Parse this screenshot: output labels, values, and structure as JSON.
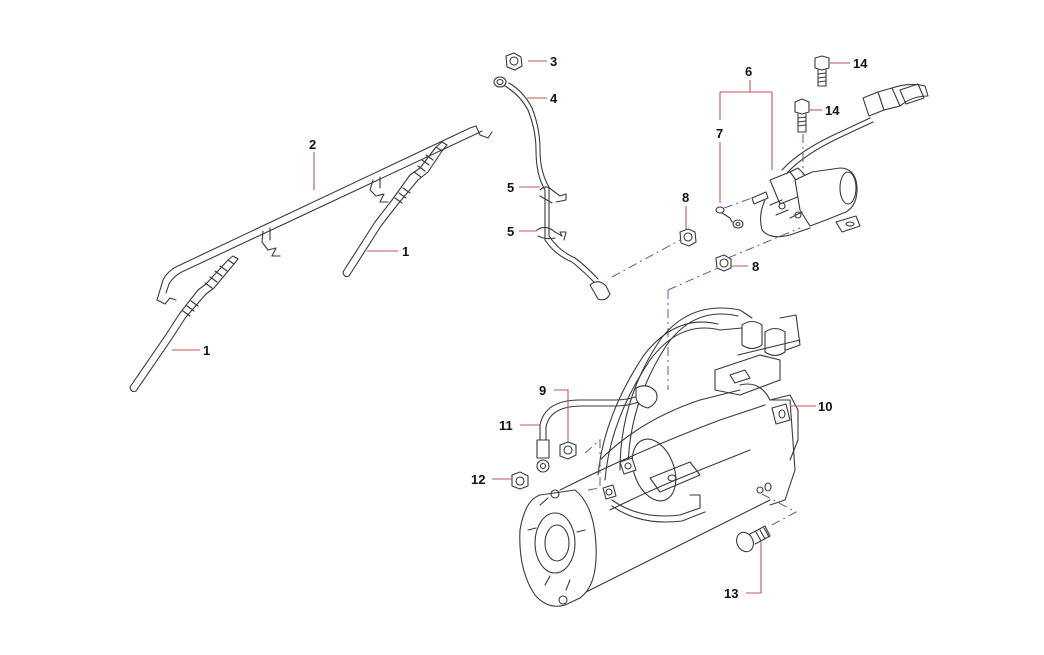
{
  "diagram": {
    "title": "Glow plug and starter motor exploded parts diagram",
    "colors": {
      "line_art": "#3a3a3a",
      "leader_line": "#c0555d",
      "assembly_dash": "#5a5ab0",
      "background": "#ffffff"
    },
    "callouts": [
      {
        "id": "c1a",
        "label": "1",
        "part": "glow-plug-right"
      },
      {
        "id": "c1b",
        "label": "1",
        "part": "glow-plug-left"
      },
      {
        "id": "c2",
        "label": "2",
        "part": "glow-plug-wiring-harness"
      },
      {
        "id": "c3",
        "label": "3",
        "part": "nut-top"
      },
      {
        "id": "c4",
        "label": "4",
        "part": "ground-cable"
      },
      {
        "id": "c5a",
        "label": "5",
        "part": "cable-clip-upper"
      },
      {
        "id": "c5b",
        "label": "5",
        "part": "cable-clip-lower"
      },
      {
        "id": "c6",
        "label": "6",
        "part": "glow-plug-relay"
      },
      {
        "id": "c7",
        "label": "7",
        "part": "ring-terminal"
      },
      {
        "id": "c8a",
        "label": "8",
        "part": "nut-left"
      },
      {
        "id": "c8b",
        "label": "8",
        "part": "nut-right"
      },
      {
        "id": "c9",
        "label": "9",
        "part": "nut-starter"
      },
      {
        "id": "c10",
        "label": "10",
        "part": "starter-motor"
      },
      {
        "id": "c11",
        "label": "11",
        "part": "battery-cable"
      },
      {
        "id": "c12",
        "label": "12",
        "part": "nut-bottom"
      },
      {
        "id": "c13",
        "label": "13",
        "part": "starter-bolt"
      },
      {
        "id": "c14a",
        "label": "14",
        "part": "bolt-upper"
      },
      {
        "id": "c14b",
        "label": "14",
        "part": "bolt-lower"
      }
    ]
  }
}
